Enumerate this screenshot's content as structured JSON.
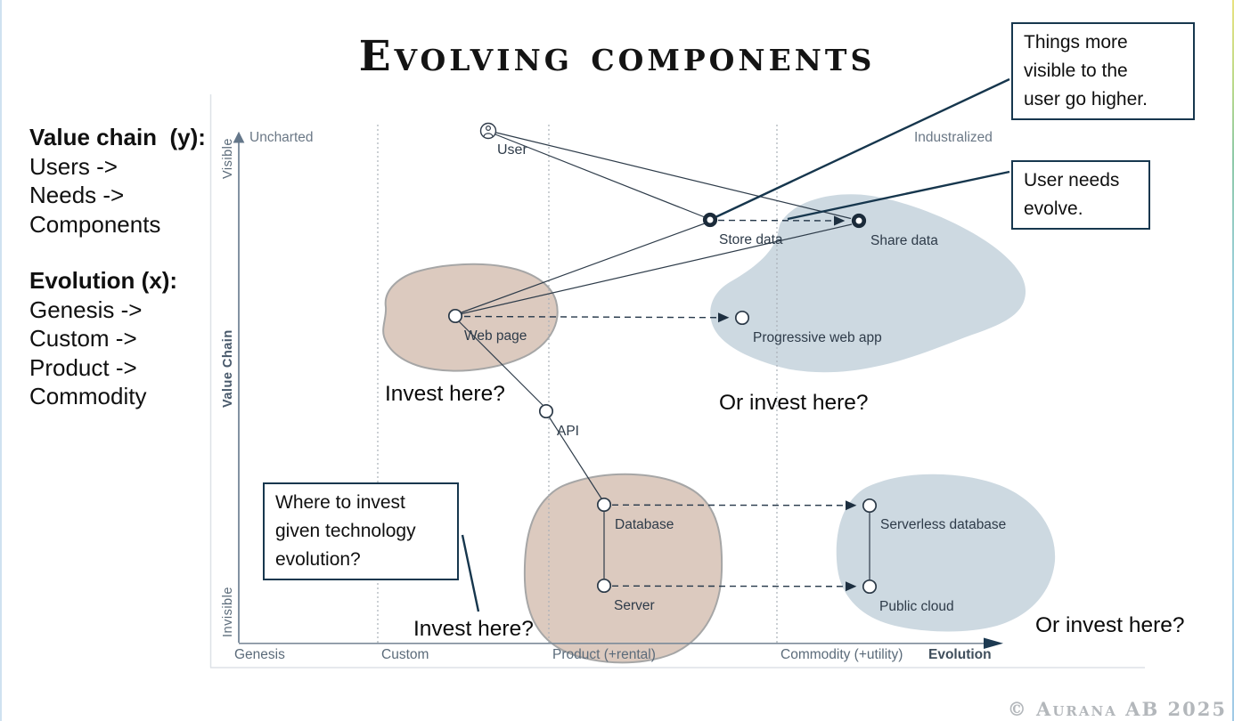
{
  "title": "Evolving components",
  "footer_copyright": "© Aurana AB 2025",
  "legend": {
    "value_chain_heading": "Value chain  (y):",
    "value_chain_items": [
      "Users ->",
      "Needs ->",
      "Components"
    ],
    "evolution_heading": "Evolution (x):",
    "evolution_items": [
      "Genesis ->",
      "Custom ->",
      "Product ->",
      "Commodity"
    ]
  },
  "callouts": {
    "visibility_note": "Things more\nvisible to the\nuser go higher.",
    "evolve_note": "User needs\nevolve.",
    "invest_question": "Where to invest\ngiven technology\nevolution?"
  },
  "annotations": {
    "invest_here_custom": "Invest here?",
    "or_invest_here_middle": "Or invest here?",
    "invest_here_product": "Invest here?",
    "or_invest_here_right": "Or invest here?"
  },
  "map": {
    "regions": {
      "top_left": "Uncharted",
      "top_right": "Industralized"
    },
    "y_axis": {
      "label": "Value Chain",
      "top": "Visible",
      "bottom": "Invisible"
    },
    "x_axis": {
      "label": "Evolution",
      "stages": [
        "Genesis",
        "Custom",
        "Product (+rental)",
        "Commodity (+utility)"
      ]
    },
    "nodes": [
      {
        "label": "User",
        "type": "user"
      },
      {
        "label": "Store data",
        "type": "need"
      },
      {
        "label": "Share data",
        "type": "need"
      },
      {
        "label": "Web page",
        "type": "component"
      },
      {
        "label": "Progressive web app",
        "type": "component"
      },
      {
        "label": "API",
        "type": "component"
      },
      {
        "label": "Database",
        "type": "component"
      },
      {
        "label": "Server",
        "type": "component"
      },
      {
        "label": "Serverless database",
        "type": "component"
      },
      {
        "label": "Public cloud",
        "type": "component"
      }
    ],
    "edges": [
      "User - Store data",
      "User - Share data",
      "Store data - Web page",
      "Share data - Web page",
      "Web page - API",
      "API - Database",
      "Database - Server",
      "Serverless database - Public cloud"
    ],
    "evolution_arrows": [
      "Store data -> Share data",
      "Web page -> Progressive web app",
      "Database -> Serverless database",
      "Server -> Public cloud"
    ]
  },
  "colors": {
    "accent_navy": "#17374e",
    "node_stroke": "#24333f",
    "invest_region_fill": "#dccabf",
    "invest_region_stroke": "#a6a6a6",
    "target_region_fill": "#cdd9e1",
    "axis_gray": "#5b6b7a"
  }
}
